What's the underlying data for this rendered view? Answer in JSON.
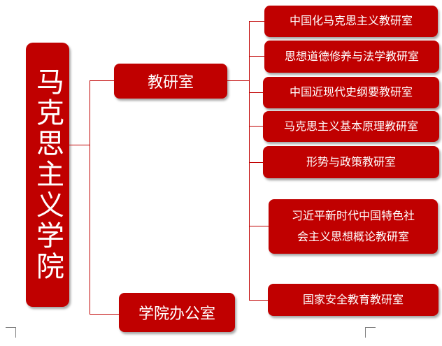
{
  "root": {
    "label": "马克思主义学院"
  },
  "level1": [
    {
      "label": "教研室"
    },
    {
      "label": "学院办公室"
    }
  ],
  "departments": [
    {
      "label": "中国化马克思主义教研室"
    },
    {
      "label": "思想道德修养与法学教研室"
    },
    {
      "label": "中国近现代史纲要教研室"
    },
    {
      "label": "马克思主义基本原理教研室"
    },
    {
      "label": "形势与政策教研室"
    },
    {
      "label": "习近平新时代中国特色社会主义思想概论教研室",
      "line1": "习近平新时代中国特色社",
      "line2": "会主义思想概论教研室"
    },
    {
      "label": "国家安全教育教研室"
    }
  ],
  "colors": {
    "box": "#c00000",
    "text": "#ffffff",
    "connector": "#c00000"
  }
}
